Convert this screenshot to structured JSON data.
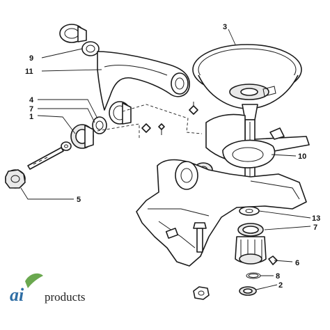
{
  "diagram": {
    "callouts": [
      {
        "id": "3",
        "text": "3"
      },
      {
        "id": "9",
        "text": "9"
      },
      {
        "id": "11",
        "text": "11"
      },
      {
        "id": "4",
        "text": "4"
      },
      {
        "id": "7a",
        "text": "7"
      },
      {
        "id": "1",
        "text": "1"
      },
      {
        "id": "10",
        "text": "10"
      },
      {
        "id": "5",
        "text": "5"
      },
      {
        "id": "13",
        "text": "13"
      },
      {
        "id": "7b",
        "text": "7"
      },
      {
        "id": "6",
        "text": "6"
      },
      {
        "id": "8",
        "text": "8"
      },
      {
        "id": "2",
        "text": "2"
      }
    ]
  },
  "logo": {
    "mark": "ai",
    "wordmark": "products",
    "colors": {
      "mark": "#2e6da4",
      "leaf": "#6aa84f",
      "wordmark": "#222222"
    }
  }
}
